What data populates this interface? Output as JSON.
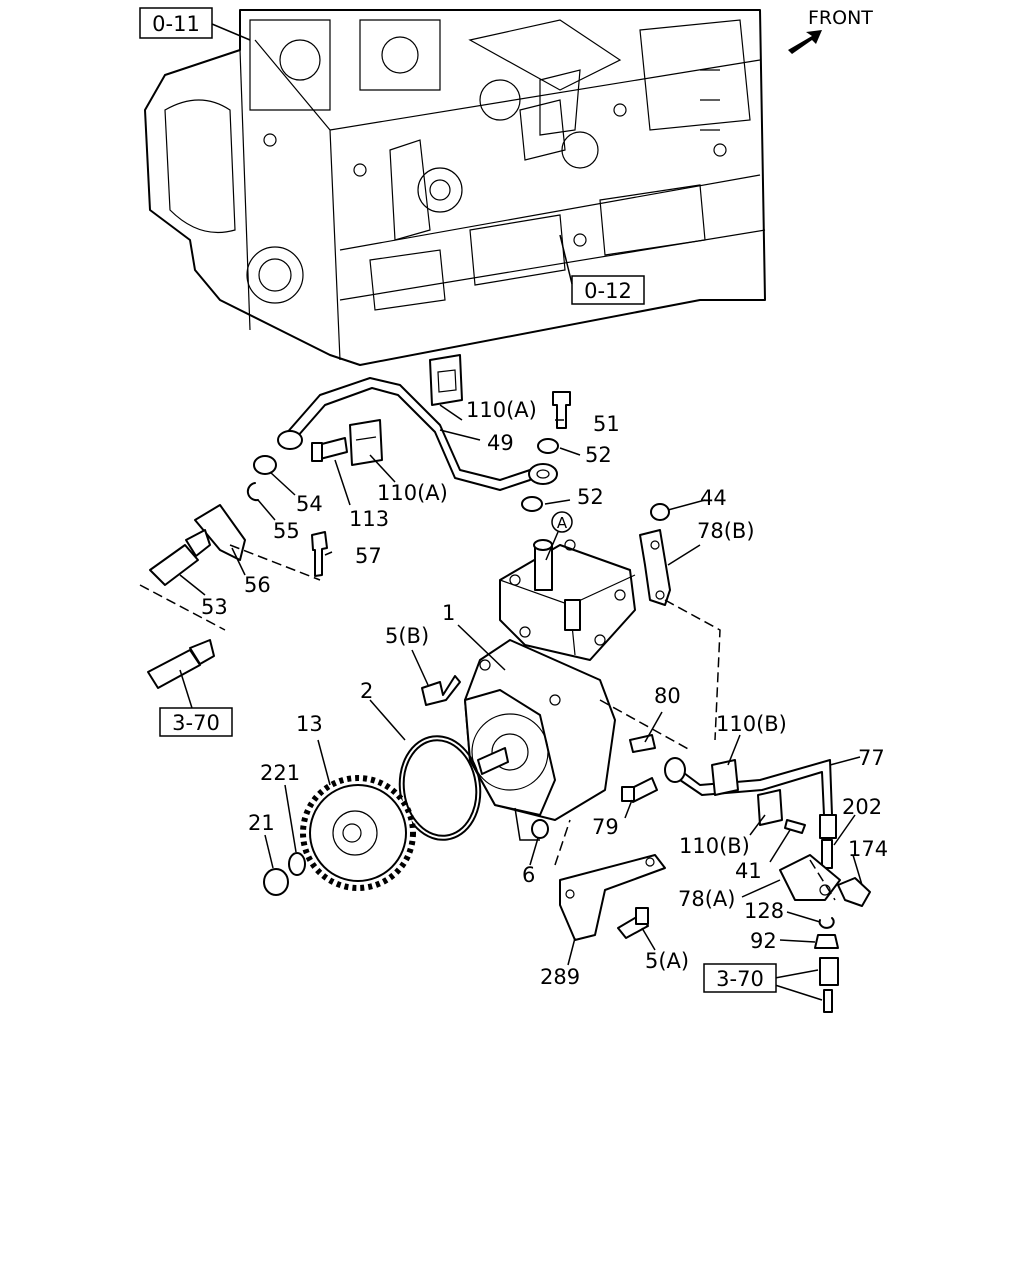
{
  "front_label": "FRONT",
  "refs": {
    "r0_11": "0-11",
    "r0_12": "0-12",
    "r3_70_left": "3-70",
    "r3_70_right": "3-70"
  },
  "callouts": {
    "circled_a": "A",
    "p1": "1",
    "p2": "2",
    "p13": "13",
    "p221": "221",
    "p21": "21",
    "p5b": "5(B)",
    "p5a": "5(A)",
    "p6": "6",
    "p49": "49",
    "p51": "51",
    "p52a": "52",
    "p52b": "52",
    "p53": "53",
    "p54": "54",
    "p55": "55",
    "p56": "56",
    "p57": "57",
    "p110a_1": "110(A)",
    "p110a_2": "110(A)",
    "p113": "113",
    "p44": "44",
    "p78b": "78(B)",
    "p80": "80",
    "p110b_1": "110(B)",
    "p110b_2": "110(B)",
    "p77": "77",
    "p202": "202",
    "p174": "174",
    "p79": "79",
    "p41": "41",
    "p78a": "78(A)",
    "p128": "128",
    "p92": "92",
    "p289": "289"
  }
}
